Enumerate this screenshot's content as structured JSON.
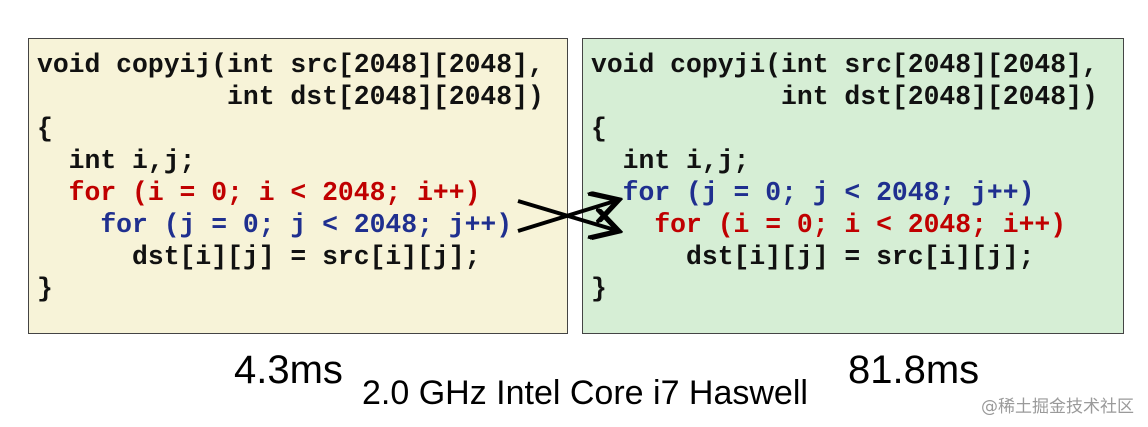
{
  "left_code": {
    "lines": [
      "void copyij(int src[2048][2048],",
      "            int dst[2048][2048])",
      "{",
      "  int i,j;",
      "  for (i = 0; i < 2048; i++)",
      "    for (j = 0; j < 2048; j++)",
      "      dst[i][j] = src[i][j];",
      "}"
    ],
    "timing": "4.3ms"
  },
  "right_code": {
    "lines": [
      "void copyji(int src[2048][2048],",
      "            int dst[2048][2048])",
      "{",
      "  int i,j;",
      "  for (j = 0; j < 2048; j++)",
      "    for (i = 0; i < 2048; i++)",
      "      dst[i][j] = src[i][j];",
      "}"
    ],
    "timing": "81.8ms"
  },
  "machine_label": "2.0 GHz Intel Core i7 Haswell",
  "watermark": "@稀土掘金技术社区",
  "colors": {
    "left_box_bg": "#f7f3d8",
    "right_box_bg": "#d6eed5",
    "i_loop": "#c00000",
    "j_loop": "#1f2f8f",
    "code_text": "#111111"
  },
  "icons": [
    "swap-arrows-icon"
  ]
}
